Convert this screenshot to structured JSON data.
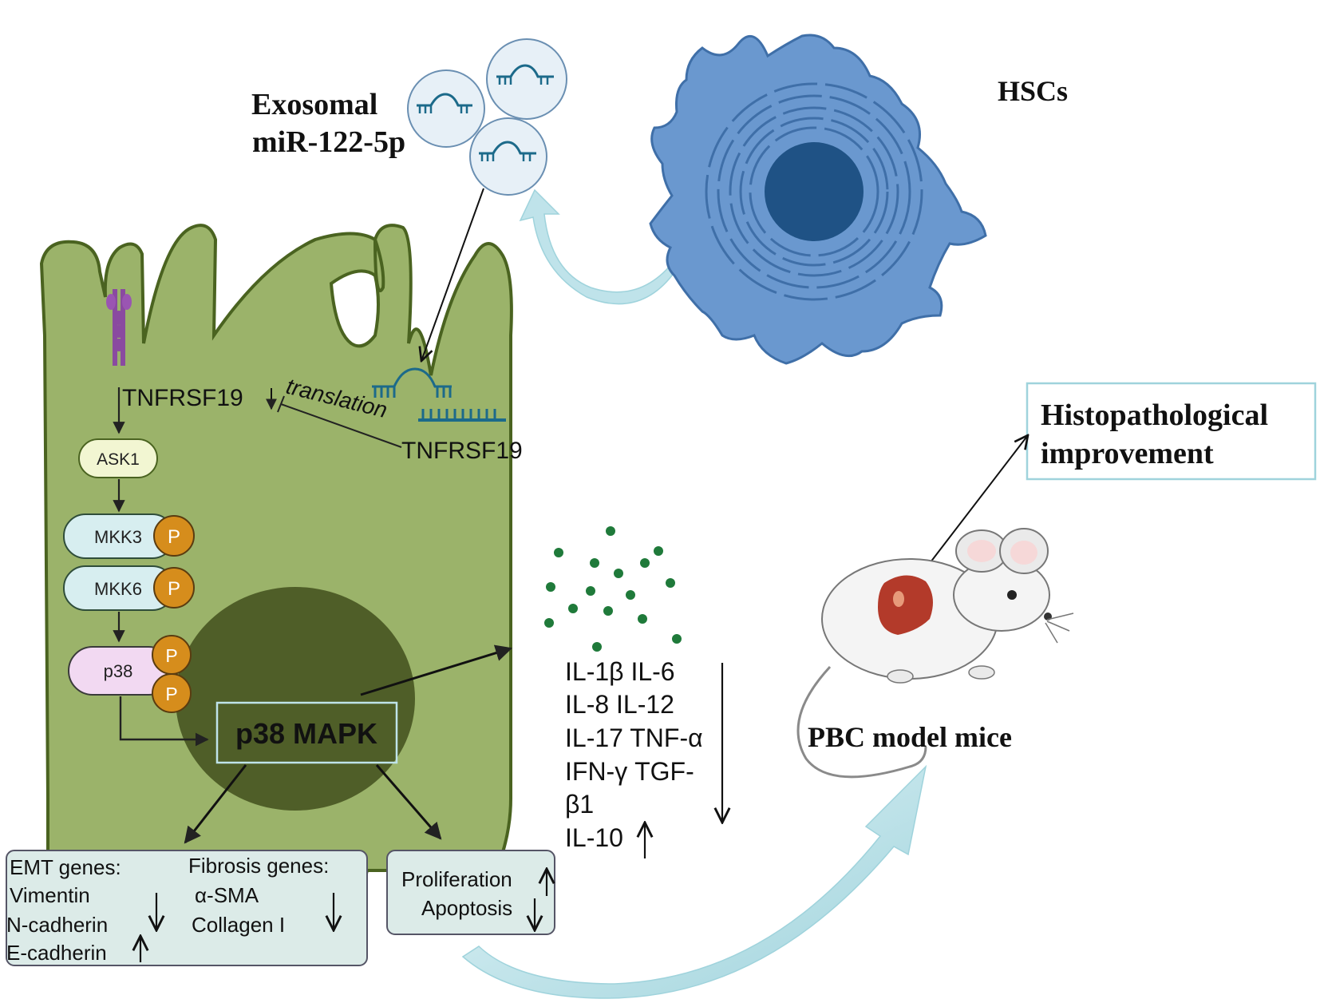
{
  "labels": {
    "exosomal_line1": "Exosomal",
    "exosomal_line2": "miR-122-5p",
    "hscs": "HSCs",
    "tnfrsf19_top": "TNFRSF19",
    "translation": "translation",
    "tnfrsf19_right": "TNFRSF19",
    "p38_mapk": "p38 MAPK",
    "histopathological_line1": "Histopathological",
    "histopathological_line2": "improvement",
    "pbc_model_mice": "PBC model mice"
  },
  "pathway": {
    "ask1": "ASK1",
    "mkk3": "MKK3",
    "mkk6": "MKK6",
    "p38": "p38",
    "phospho": "P"
  },
  "cytokines": {
    "line1": "IL-1β IL-6",
    "line2": "IL-8 IL-12",
    "line3": "IL-17 TNF-α",
    "line4": "IFN-γ TGF-",
    "line5": "β1",
    "line6": "IL-10"
  },
  "emt_box": {
    "emt_title": "EMT genes:",
    "vimentin": "Vimentin",
    "n_cadherin": "N-cadherin",
    "e_cadherin": "E-cadherin",
    "fibrosis_title": "Fibrosis genes:",
    "a_sma": "α-SMA",
    "collagen": "Collagen I"
  },
  "prolif_box": {
    "proliferation": "Proliferation",
    "apoptosis": "Apoptosis"
  },
  "colors": {
    "cell_fill": "#9bb36a",
    "cell_stroke": "#4a6320",
    "nucleus": "#4f5e28",
    "hsc_fill": "#6a98cf",
    "hsc_nucleus": "#1f5285",
    "exosome_fill": "#e7f0f7",
    "phospho": "#d68d1c",
    "curved_arrow": "#bfe3ea",
    "box_fill": "#dcebe8"
  }
}
